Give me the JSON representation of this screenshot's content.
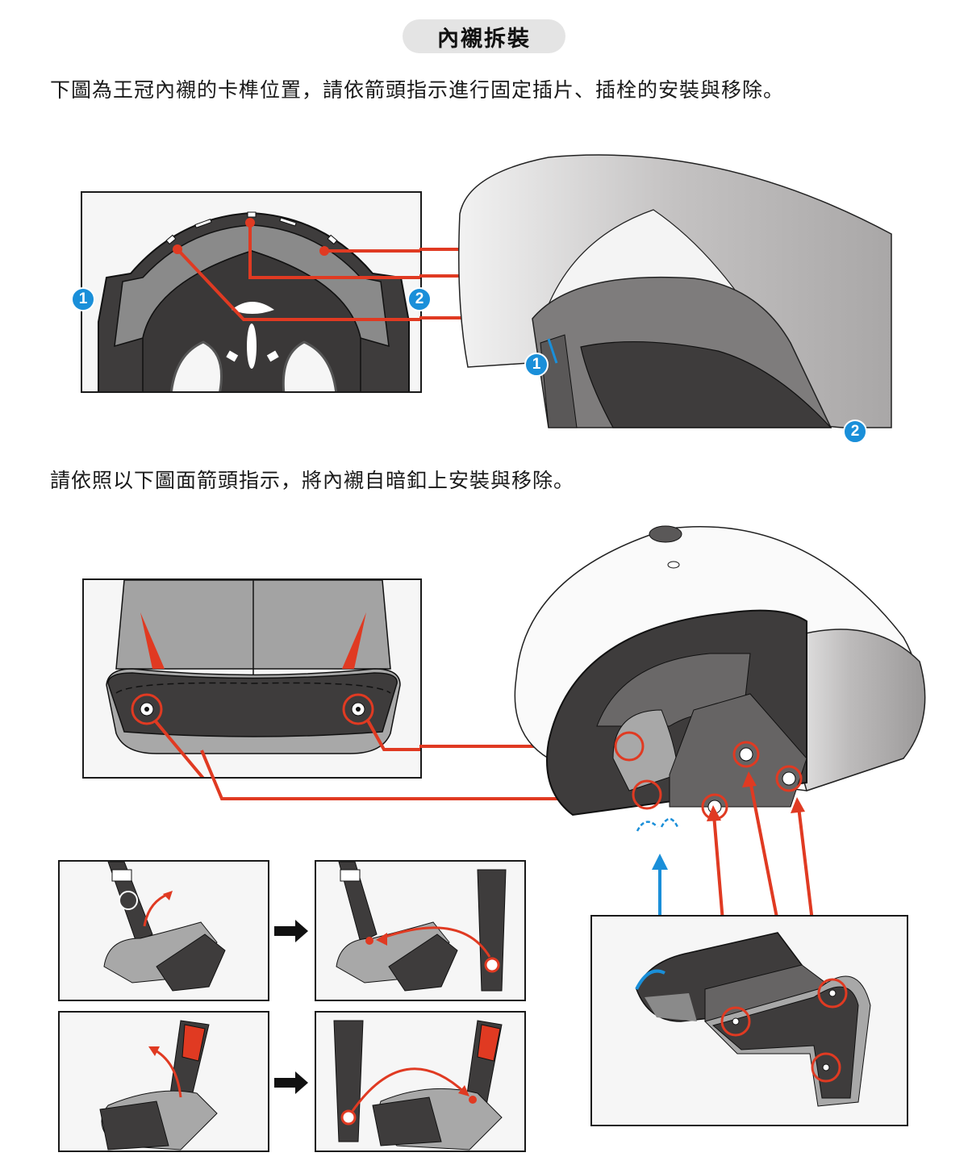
{
  "header": {
    "title": "內襯拆裝"
  },
  "section1": {
    "instruction": "下圖為王冠內襯的卡榫位置，請依箭頭指示進行固定插片、插栓的安裝與移除。",
    "markers": [
      "1",
      "2"
    ],
    "helmet_markers": [
      "1",
      "2"
    ]
  },
  "section2": {
    "instruction": "請依照以下圖面箭頭指示，將內襯自暗釦上安裝與移除。"
  },
  "colors": {
    "accent_red": "#e03a22",
    "marker_blue": "#1a8fd9",
    "pill_bg": "#e4e4e4",
    "panel_bg": "#f6f6f6",
    "liner_dark": "#3e3c3c",
    "liner_gray": "#8a8a8a"
  },
  "icons": {
    "step_arrow": "arrow-right-icon"
  }
}
